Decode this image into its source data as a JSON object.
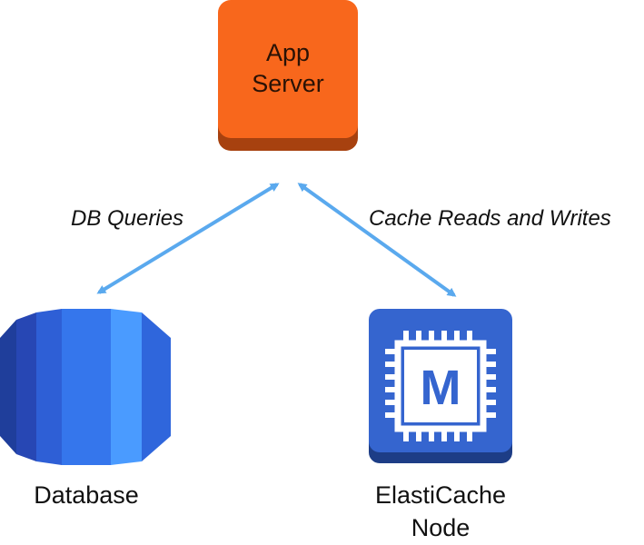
{
  "nodes": {
    "app_server": {
      "label_line1": "App",
      "label_line2": "Server",
      "icon": "server-box-icon"
    },
    "database": {
      "label": "Database",
      "icon": "rds-database-icon"
    },
    "elasticache": {
      "label_line1": "ElastiCache",
      "label_line2": "Node",
      "icon": "elasticache-memory-chip-icon",
      "chip_letter": "M"
    }
  },
  "edges": {
    "db_queries": {
      "label": "DB Queries",
      "from": "App Server",
      "to": "Database",
      "direction": "bidirectional"
    },
    "cache_rw": {
      "label": "Cache Reads and Writes",
      "from": "App Server",
      "to": "ElastiCache Node",
      "direction": "bidirectional"
    }
  },
  "colors": {
    "app_server_face": "#f8671c",
    "app_server_shadow": "#a7410f",
    "arrow": "#5aa9ee",
    "db_blue_dark": "#1f3e9b",
    "db_blue_mid": "#2e5fd6",
    "db_blue_light": "#4a9bff",
    "cache_face": "#3565cf",
    "cache_shadow": "#1d3d86",
    "chip_white": "#ffffff"
  }
}
